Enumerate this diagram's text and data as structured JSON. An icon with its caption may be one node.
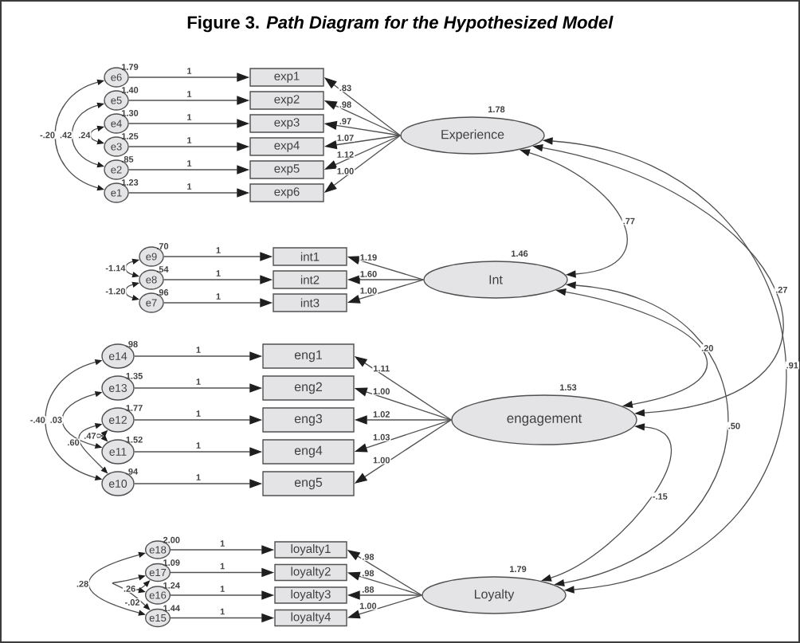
{
  "diagram": {
    "title": "Figure 3. *Path Diagram for the Hypothesized Model*",
    "nodes": [
      {
        "text": [
          "e6"
        ],
        "beside": [
          "1.79"
        ]
      },
      {
        "text": [
          "e5"
        ],
        "beside": [
          "1.40"
        ]
      },
      {
        "text": [
          "e4"
        ],
        "beside": [
          "1.30"
        ]
      },
      {
        "text": [
          "e3"
        ],
        "beside": [
          "1.25"
        ]
      },
      {
        "text": [
          "e2"
        ],
        "beside": [
          ".85"
        ]
      },
      {
        "text": [
          "e1"
        ],
        "beside": [
          "1.23"
        ]
      },
      {
        "text": [
          "exp1"
        ]
      },
      {
        "text": [
          "exp2"
        ]
      },
      {
        "text": [
          "exp3"
        ]
      },
      {
        "text": [
          "exp4"
        ]
      },
      {
        "text": [
          "exp5"
        ]
      },
      {
        "text": [
          "exp6"
        ]
      },
      {
        "text": [
          "Experience"
        ],
        "beside": [
          "1.78"
        ]
      },
      {
        "text": [
          "e9"
        ],
        "beside": [
          ".70"
        ]
      },
      {
        "text": [
          "e8"
        ],
        "beside": [
          ".54"
        ]
      },
      {
        "text": [
          "e7"
        ],
        "beside": [
          ".96"
        ]
      },
      {
        "text": [
          "int1"
        ]
      },
      {
        "text": [
          "int2"
        ]
      },
      {
        "text": [
          "int3"
        ]
      },
      {
        "text": [
          "Int"
        ],
        "beside": [
          "1.46"
        ]
      },
      {
        "text": [
          "e14"
        ],
        "beside": [
          ".98"
        ]
      },
      {
        "text": [
          "e13"
        ],
        "beside": [
          "1.35"
        ]
      },
      {
        "text": [
          "e12"
        ],
        "beside": [
          "1.77"
        ]
      },
      {
        "text": [
          "e11"
        ],
        "beside": [
          "1.52"
        ]
      },
      {
        "text": [
          "e10"
        ],
        "beside": [
          ".94"
        ]
      },
      {
        "text": [
          "eng1"
        ]
      },
      {
        "text": [
          "eng2"
        ]
      },
      {
        "text": [
          "eng3"
        ]
      },
      {
        "text": [
          "eng4"
        ]
      },
      {
        "text": [
          "eng5"
        ]
      },
      {
        "text": [
          "engagement"
        ],
        "beside": [
          "1.53"
        ]
      },
      {
        "text": [
          "e18"
        ],
        "beside": [
          "2.00"
        ]
      },
      {
        "text": [
          "e17"
        ],
        "beside": [
          "1.09"
        ]
      },
      {
        "text": [
          "e16"
        ],
        "beside": [
          "1.24"
        ]
      },
      {
        "text": [
          "e15"
        ],
        "beside": [
          "1.44"
        ]
      },
      {
        "text": [
          "loyalty1"
        ]
      },
      {
        "text": [
          "loyalty2"
        ]
      },
      {
        "text": [
          "loyalty3"
        ]
      },
      {
        "text": [
          "loyalty4"
        ]
      },
      {
        "text": [
          "Loyalty"
        ],
        "beside": [
          "1.79"
        ]
      }
    ],
    "edges": [
      {
        "from": 0,
        "to": 6,
        "arrow": "to",
        "label": "1"
      },
      {
        "from": 1,
        "to": 7,
        "arrow": "to",
        "label": "1"
      },
      {
        "from": 2,
        "to": 8,
        "arrow": "to",
        "label": "1"
      },
      {
        "from": 3,
        "to": 9,
        "arrow": "to",
        "label": "1"
      },
      {
        "from": 4,
        "to": 10,
        "arrow": "to",
        "label": "1"
      },
      {
        "from": 5,
        "to": 11,
        "arrow": "to",
        "label": "1"
      },
      {
        "from": 12,
        "to": 6,
        "arrow": "to",
        "label": ".83"
      },
      {
        "from": 12,
        "to": 7,
        "arrow": "to",
        "label": ".98"
      },
      {
        "from": 12,
        "to": 8,
        "arrow": "to",
        "label": ".97"
      },
      {
        "from": 12,
        "to": 9,
        "arrow": "to",
        "label": "1.07"
      },
      {
        "from": 12,
        "to": 10,
        "arrow": "to",
        "label": "1.12"
      },
      {
        "from": 12,
        "to": 11,
        "arrow": "to",
        "label": "1.00"
      },
      {
        "from": 0,
        "to": 5,
        "arrow": "both",
        "label": "-.20"
      },
      {
        "from": 1,
        "to": 4,
        "arrow": "both",
        "label": ".42"
      },
      {
        "from": 2,
        "to": 3,
        "arrow": "both",
        "label": ".24"
      },
      {
        "from": 13,
        "to": 16,
        "arrow": "to",
        "label": "1"
      },
      {
        "from": 14,
        "to": 17,
        "arrow": "to",
        "label": "1"
      },
      {
        "from": 15,
        "to": 18,
        "arrow": "to",
        "label": "1"
      },
      {
        "from": 19,
        "to": 16,
        "arrow": "to",
        "label": "1.19"
      },
      {
        "from": 19,
        "to": 17,
        "arrow": "to",
        "label": "1.60"
      },
      {
        "from": 19,
        "to": 18,
        "arrow": "to",
        "label": "1.00"
      },
      {
        "from": 13,
        "to": 14,
        "arrow": "both",
        "label": "-1.14"
      },
      {
        "from": 14,
        "to": 15,
        "arrow": "both",
        "label": "-1.20"
      },
      {
        "from": 20,
        "to": 25,
        "arrow": "to",
        "label": "1"
      },
      {
        "from": 21,
        "to": 26,
        "arrow": "to",
        "label": "1"
      },
      {
        "from": 22,
        "to": 27,
        "arrow": "to",
        "label": "1"
      },
      {
        "from": 23,
        "to": 28,
        "arrow": "to",
        "label": "1"
      },
      {
        "from": 24,
        "to": 29,
        "arrow": "to",
        "label": "1"
      },
      {
        "from": 30,
        "to": 25,
        "arrow": "to",
        "label": "1.11"
      },
      {
        "from": 30,
        "to": 26,
        "arrow": "to",
        "label": "1.00"
      },
      {
        "from": 30,
        "to": 27,
        "arrow": "to",
        "label": "1.02"
      },
      {
        "from": 30,
        "to": 28,
        "arrow": "to",
        "label": "1.03"
      },
      {
        "from": 30,
        "to": 29,
        "arrow": "to",
        "label": "1.00"
      },
      {
        "from": 20,
        "to": 24,
        "arrow": "both",
        "label": "-.40"
      },
      {
        "from": 21,
        "to": 23,
        "arrow": "both",
        "label": ".03"
      },
      {
        "from": 22,
        "to": 24,
        "arrow": "both",
        "label": ".60"
      },
      {
        "from": 22,
        "to": 23,
        "arrow": "both",
        "label": ".47"
      },
      {
        "from": 31,
        "to": 35,
        "arrow": "to",
        "label": "1"
      },
      {
        "from": 32,
        "to": 36,
        "arrow": "to",
        "label": "1"
      },
      {
        "from": 33,
        "to": 37,
        "arrow": "to",
        "label": "1"
      },
      {
        "from": 34,
        "to": 38,
        "arrow": "to",
        "label": "1"
      },
      {
        "from": 39,
        "to": 35,
        "arrow": "to",
        "label": ".98"
      },
      {
        "from": 39,
        "to": 36,
        "arrow": "to",
        "label": ".98"
      },
      {
        "from": 39,
        "to": 37,
        "arrow": "to",
        "label": ".88"
      },
      {
        "from": 39,
        "to": 38,
        "arrow": "to",
        "label": "1.00"
      },
      {
        "from": 31,
        "to": 34,
        "arrow": "both",
        "label": ".28"
      },
      {
        "from": 32,
        "to": 34,
        "arrow": "both",
        "label": "-.02"
      },
      {
        "from": 32,
        "to": 33,
        "arrow": "both",
        "label": ".26"
      },
      {
        "from": 12,
        "to": 19,
        "arrow": "both",
        "label": ".77"
      },
      {
        "from": 12,
        "to": 30,
        "arrow": "both",
        "label": ".27"
      },
      {
        "from": 12,
        "to": 39,
        "arrow": "both",
        "label": ".91"
      },
      {
        "from": 19,
        "to": 30,
        "arrow": "both",
        "label": ".20"
      },
      {
        "from": 19,
        "to": 39,
        "arrow": "both",
        "label": ".50"
      },
      {
        "from": 30,
        "to": 39,
        "arrow": "both",
        "label": "-.15"
      }
    ]
  }
}
